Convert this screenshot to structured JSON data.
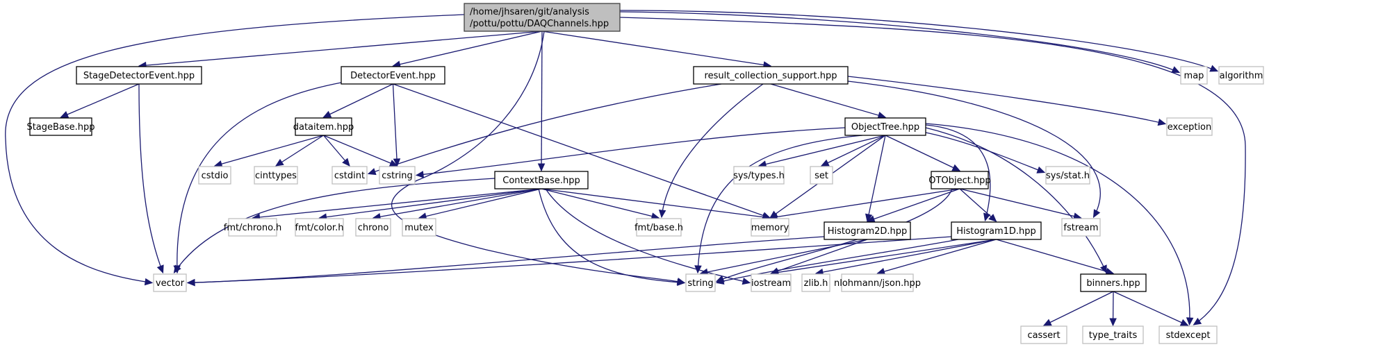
{
  "title": "Include dependency graph for DAQChannels.hpp",
  "colors": {
    "edge": "#191970",
    "root_fill": "#bfbfbf",
    "project_border": "#000000",
    "system_border": "#bfbfbf"
  },
  "nodes": [
    {
      "id": "root",
      "lines": [
        "/home/jhsaren/git/analysis",
        "/pottu/pottu/DAQChannels.hpp"
      ],
      "kind": "root"
    },
    {
      "id": "StageDetectorEvent",
      "lines": [
        "StageDetectorEvent.hpp"
      ],
      "kind": "proj"
    },
    {
      "id": "StageBase",
      "lines": [
        "StageBase.hpp"
      ],
      "kind": "proj"
    },
    {
      "id": "DetectorEvent",
      "lines": [
        "DetectorEvent.hpp"
      ],
      "kind": "proj"
    },
    {
      "id": "dataitem",
      "lines": [
        "dataitem.hpp"
      ],
      "kind": "proj"
    },
    {
      "id": "result",
      "lines": [
        "result_collection_support.hpp"
      ],
      "kind": "proj"
    },
    {
      "id": "ObjectTree",
      "lines": [
        "ObjectTree.hpp"
      ],
      "kind": "proj"
    },
    {
      "id": "ContextBase",
      "lines": [
        "ContextBase.hpp"
      ],
      "kind": "proj"
    },
    {
      "id": "OTObject",
      "lines": [
        "OTObject.hpp"
      ],
      "kind": "proj"
    },
    {
      "id": "Histogram2D",
      "lines": [
        "Histogram2D.hpp"
      ],
      "kind": "proj"
    },
    {
      "id": "Histogram1D",
      "lines": [
        "Histogram1D.hpp"
      ],
      "kind": "proj"
    },
    {
      "id": "binners",
      "lines": [
        "binners.hpp"
      ],
      "kind": "proj"
    },
    {
      "id": "map",
      "lines": [
        "map"
      ],
      "kind": "sys"
    },
    {
      "id": "algorithm",
      "lines": [
        "algorithm"
      ],
      "kind": "sys"
    },
    {
      "id": "exception",
      "lines": [
        "exception"
      ],
      "kind": "sys"
    },
    {
      "id": "cstdio",
      "lines": [
        "cstdio"
      ],
      "kind": "sys"
    },
    {
      "id": "cinttypes",
      "lines": [
        "cinttypes"
      ],
      "kind": "sys"
    },
    {
      "id": "cstdint",
      "lines": [
        "cstdint"
      ],
      "kind": "sys"
    },
    {
      "id": "cstring",
      "lines": [
        "cstring"
      ],
      "kind": "sys"
    },
    {
      "id": "systypes",
      "lines": [
        "sys/types.h"
      ],
      "kind": "sys"
    },
    {
      "id": "set",
      "lines": [
        "set"
      ],
      "kind": "sys"
    },
    {
      "id": "sysstat",
      "lines": [
        "sys/stat.h"
      ],
      "kind": "sys"
    },
    {
      "id": "fmtchrono",
      "lines": [
        "fmt/chrono.h"
      ],
      "kind": "sys"
    },
    {
      "id": "fmtcolor",
      "lines": [
        "fmt/color.h"
      ],
      "kind": "sys"
    },
    {
      "id": "chrono",
      "lines": [
        "chrono"
      ],
      "kind": "sys"
    },
    {
      "id": "mutex",
      "lines": [
        "mutex"
      ],
      "kind": "sys"
    },
    {
      "id": "fmtbase",
      "lines": [
        "fmt/base.h"
      ],
      "kind": "sys"
    },
    {
      "id": "memory",
      "lines": [
        "memory"
      ],
      "kind": "sys"
    },
    {
      "id": "fstream",
      "lines": [
        "fstream"
      ],
      "kind": "sys"
    },
    {
      "id": "vector",
      "lines": [
        "vector"
      ],
      "kind": "sys"
    },
    {
      "id": "string",
      "lines": [
        "string"
      ],
      "kind": "sys"
    },
    {
      "id": "iostream",
      "lines": [
        "iostream"
      ],
      "kind": "sys"
    },
    {
      "id": "zlib",
      "lines": [
        "zlib.h"
      ],
      "kind": "sys"
    },
    {
      "id": "json",
      "lines": [
        "nlohmann/json.hpp"
      ],
      "kind": "sys"
    },
    {
      "id": "cassert",
      "lines": [
        "cassert"
      ],
      "kind": "sys"
    },
    {
      "id": "type_traits",
      "lines": [
        "type_traits"
      ],
      "kind": "sys"
    },
    {
      "id": "stdexcept",
      "lines": [
        "stdexcept"
      ],
      "kind": "sys"
    }
  ],
  "edges": [
    [
      "root",
      "StageDetectorEvent"
    ],
    [
      "root",
      "DetectorEvent"
    ],
    [
      "root",
      "result"
    ],
    [
      "root",
      "ContextBase"
    ],
    [
      "root",
      "map"
    ],
    [
      "root",
      "algorithm"
    ],
    [
      "root",
      "vector"
    ],
    [
      "root",
      "string"
    ],
    [
      "root",
      "stdexcept"
    ],
    [
      "StageDetectorEvent",
      "StageBase"
    ],
    [
      "StageDetectorEvent",
      "vector"
    ],
    [
      "DetectorEvent",
      "dataitem"
    ],
    [
      "DetectorEvent",
      "cstring"
    ],
    [
      "DetectorEvent",
      "memory"
    ],
    [
      "DetectorEvent",
      "vector"
    ],
    [
      "dataitem",
      "cstdio"
    ],
    [
      "dataitem",
      "cinttypes"
    ],
    [
      "dataitem",
      "cstdint"
    ],
    [
      "dataitem",
      "cstring"
    ],
    [
      "result",
      "ObjectTree"
    ],
    [
      "result",
      "exception"
    ],
    [
      "result",
      "cstdint"
    ],
    [
      "result",
      "fmtbase"
    ],
    [
      "result",
      "fstream"
    ],
    [
      "ObjectTree",
      "cstring"
    ],
    [
      "ObjectTree",
      "systypes"
    ],
    [
      "ObjectTree",
      "set"
    ],
    [
      "ObjectTree",
      "sysstat"
    ],
    [
      "ObjectTree",
      "OTObject"
    ],
    [
      "ObjectTree",
      "memory"
    ],
    [
      "ObjectTree",
      "Histogram2D"
    ],
    [
      "ObjectTree",
      "Histogram1D"
    ],
    [
      "ObjectTree",
      "string"
    ],
    [
      "ObjectTree",
      "binners"
    ],
    [
      "ObjectTree",
      "stdexcept"
    ],
    [
      "ContextBase",
      "fmtchrono"
    ],
    [
      "ContextBase",
      "fmtcolor"
    ],
    [
      "ContextBase",
      "chrono"
    ],
    [
      "ContextBase",
      "mutex"
    ],
    [
      "ContextBase",
      "fmtbase"
    ],
    [
      "ContextBase",
      "memory"
    ],
    [
      "ContextBase",
      "vector"
    ],
    [
      "ContextBase",
      "string"
    ],
    [
      "ContextBase",
      "iostream"
    ],
    [
      "OTObject",
      "memory"
    ],
    [
      "OTObject",
      "Histogram2D"
    ],
    [
      "OTObject",
      "Histogram1D"
    ],
    [
      "OTObject",
      "fstream"
    ],
    [
      "OTObject",
      "string"
    ],
    [
      "Histogram2D",
      "vector"
    ],
    [
      "Histogram2D",
      "string"
    ],
    [
      "Histogram2D",
      "iostream"
    ],
    [
      "Histogram1D",
      "vector"
    ],
    [
      "Histogram1D",
      "string"
    ],
    [
      "Histogram1D",
      "iostream"
    ],
    [
      "Histogram1D",
      "zlib"
    ],
    [
      "Histogram1D",
      "json"
    ],
    [
      "Histogram1D",
      "binners"
    ],
    [
      "binners",
      "cassert"
    ],
    [
      "binners",
      "type_traits"
    ],
    [
      "binners",
      "stdexcept"
    ]
  ]
}
